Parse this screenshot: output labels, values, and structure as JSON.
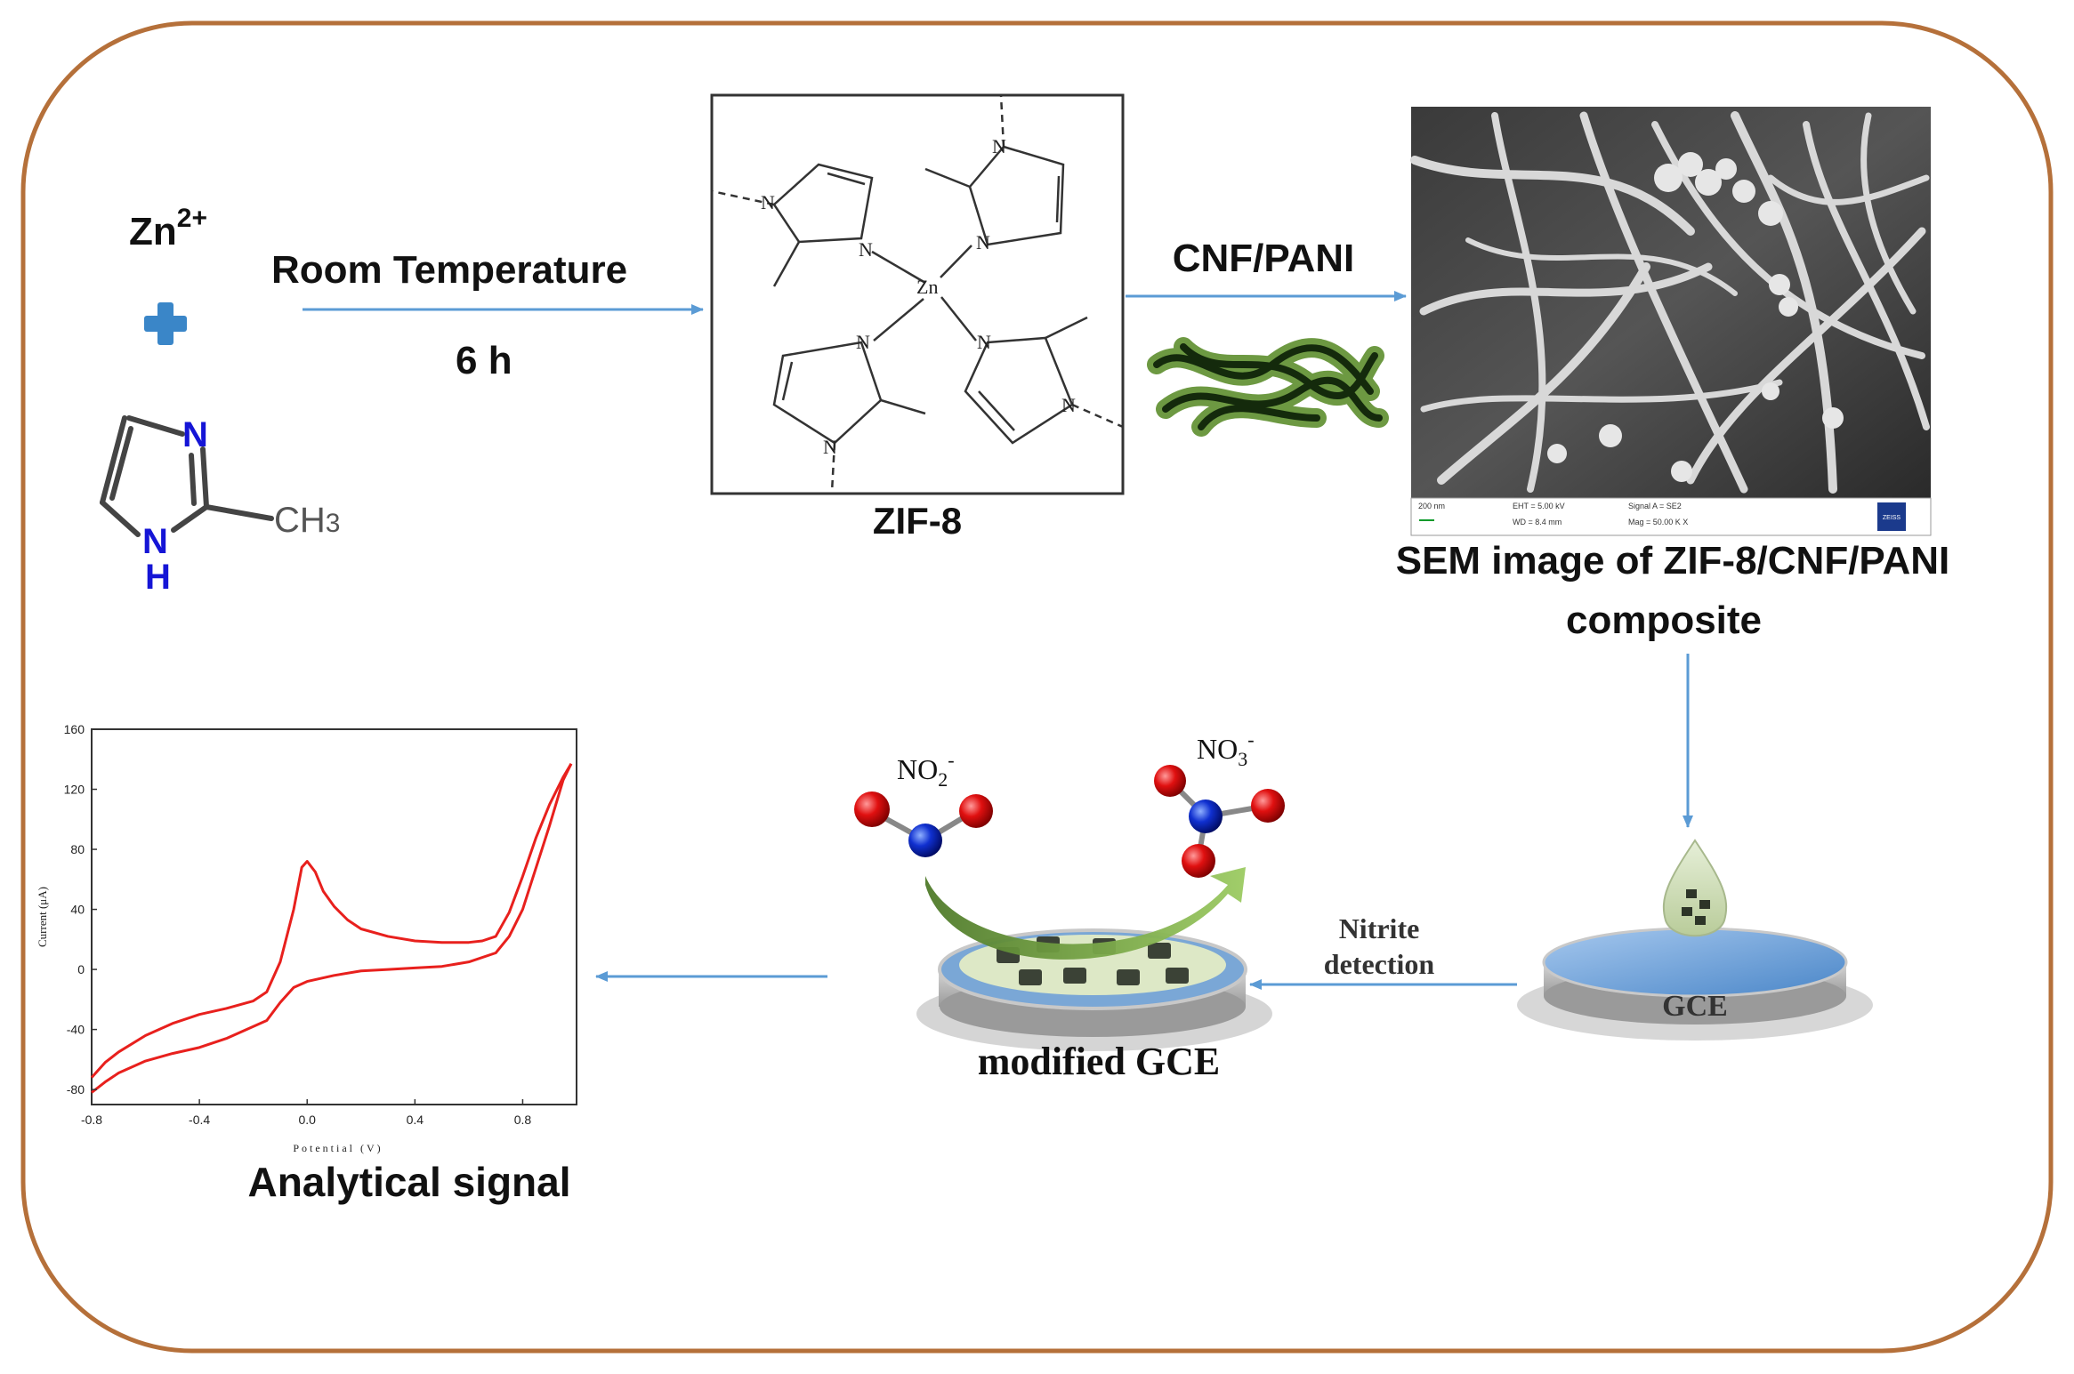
{
  "reactants": {
    "zn_base": "Zn",
    "zn_charge": "2+",
    "plus_color": "#3a86c8",
    "ring_n_top": "N",
    "ring_n_bottom": "N",
    "ring_h": "H",
    "methyl_base": "CH",
    "methyl_sub": "3",
    "hetero_color": "#1515d6"
  },
  "step1": {
    "label_top": "Room Temperature",
    "label_bottom": "6 h"
  },
  "zif8": {
    "label": "ZIF-8",
    "metal": "Zn",
    "atom_n": "N"
  },
  "step2": {
    "label": "CNF/PANI"
  },
  "sem": {
    "caption_line1": "SEM image of ZIF-8/CNF/PANI",
    "caption_line2": "composite",
    "scale_text": "200 nm",
    "info": [
      "EHT = 5.00 kV",
      "WD = 8.4 mm",
      "Signal A = SE2",
      "Mag = 50.00 K X"
    ],
    "brand": "ZEISS"
  },
  "electrode": {
    "gce_label": "GCE",
    "detection_line1": "Nitrite",
    "detection_line2": "detection",
    "modified_label": "modified GCE",
    "no2_base": "NO",
    "no2_sub": "2",
    "no2_sup": "-",
    "no3_base": "NO",
    "no3_sub": "3",
    "no3_sup": "-"
  },
  "signal": {
    "caption": "Analytical signal"
  },
  "arrow_color": "#5b9bd5",
  "frame_color": "#b5703a",
  "chart_data": {
    "type": "line",
    "title": "",
    "xlabel": "Potential (V)",
    "ylabel": "Current (μA)",
    "xlim": [
      -0.8,
      1.0
    ],
    "ylim": [
      -90,
      160
    ],
    "xticks": [
      -0.8,
      -0.4,
      0.0,
      0.4,
      0.8
    ],
    "xtick_labels": [
      "-0.8",
      "-0.4",
      "0.0",
      "0.4",
      "0.8"
    ],
    "yticks": [
      -80,
      -40,
      0,
      40,
      80,
      120,
      160
    ],
    "ytick_labels": [
      "-80",
      "-40",
      "0",
      "40",
      "80",
      "120",
      "160"
    ],
    "line_color": "#e8201d",
    "grid": false,
    "series": [
      {
        "x": [
          -0.8,
          -0.75,
          -0.7,
          -0.6,
          -0.5,
          -0.4,
          -0.3,
          -0.2,
          -0.15,
          -0.1,
          -0.05,
          -0.02,
          0.0,
          0.03,
          0.06,
          0.1,
          0.15,
          0.2,
          0.3,
          0.4,
          0.5,
          0.6,
          0.65,
          0.7,
          0.75,
          0.8,
          0.85,
          0.9,
          0.95,
          0.98
        ],
        "y": [
          -72,
          -62,
          -55,
          -44,
          -36,
          -30,
          -26,
          -21,
          -15,
          5,
          40,
          68,
          72,
          65,
          52,
          42,
          33,
          27,
          22,
          19,
          18,
          18,
          19,
          22,
          38,
          62,
          88,
          110,
          128,
          137
        ]
      },
      {
        "x": [
          0.98,
          0.95,
          0.9,
          0.85,
          0.8,
          0.75,
          0.7,
          0.6,
          0.5,
          0.4,
          0.3,
          0.2,
          0.1,
          0.0,
          -0.05,
          -0.1,
          -0.15,
          -0.2,
          -0.3,
          -0.4,
          -0.5,
          -0.6,
          -0.7,
          -0.75,
          -0.8
        ],
        "y": [
          137,
          126,
          96,
          68,
          40,
          22,
          11,
          5,
          2,
          1,
          0,
          -1,
          -4,
          -8,
          -12,
          -22,
          -34,
          -38,
          -46,
          -52,
          -56,
          -61,
          -69,
          -75,
          -82
        ]
      }
    ]
  }
}
